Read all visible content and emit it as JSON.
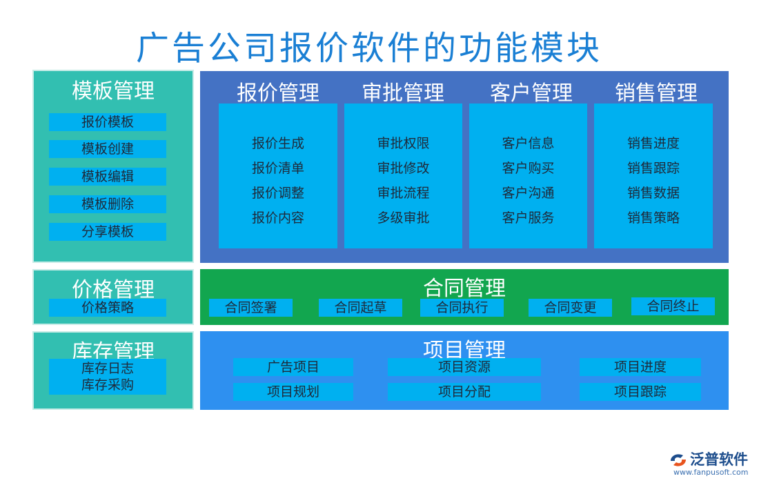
{
  "title": "广告公司报价软件的功能模块",
  "template_mgmt": {
    "heading": "模板管理",
    "items": [
      "报价模板",
      "模板创建",
      "模板编辑",
      "模板删除",
      "分享模板"
    ]
  },
  "main_columns": [
    {
      "heading": "报价管理",
      "items": [
        "报价生成",
        "报价清单",
        "报价调整",
        "报价内容"
      ]
    },
    {
      "heading": "审批管理",
      "items": [
        "审批权限",
        "审批修改",
        "审批流程",
        "多级审批"
      ]
    },
    {
      "heading": "客户管理",
      "items": [
        "客户信息",
        "客户购买",
        "客户沟通",
        "客户服务"
      ]
    },
    {
      "heading": "销售管理",
      "items": [
        "销售进度",
        "销售跟踪",
        "销售数据",
        "销售策略"
      ]
    }
  ],
  "price_mgmt": {
    "heading": "价格管理",
    "items": [
      "价格策略"
    ]
  },
  "contract_mgmt": {
    "heading": "合同管理",
    "items": [
      "合同签署",
      "合同起草",
      "合同执行",
      "合同变更",
      "合同终止"
    ]
  },
  "inventory_mgmt": {
    "heading": "库存管理",
    "items": [
      "库存日志",
      "库存采购"
    ]
  },
  "project_mgmt": {
    "heading": "项目管理",
    "items": [
      "广告项目",
      "项目资源",
      "项目进度",
      "项目规划",
      "项目分配",
      "项目跟踪"
    ]
  },
  "logo": {
    "name": "泛普软件",
    "url": "www.fanpusoft.com"
  },
  "colors": {
    "title": "#1a7fd4",
    "teal_panel": "#32bfb1",
    "blue_panel": "#4472c4",
    "green_panel": "#12a64f",
    "light_blue_panel": "#2e90f0",
    "item_box": "#00b0f0"
  }
}
